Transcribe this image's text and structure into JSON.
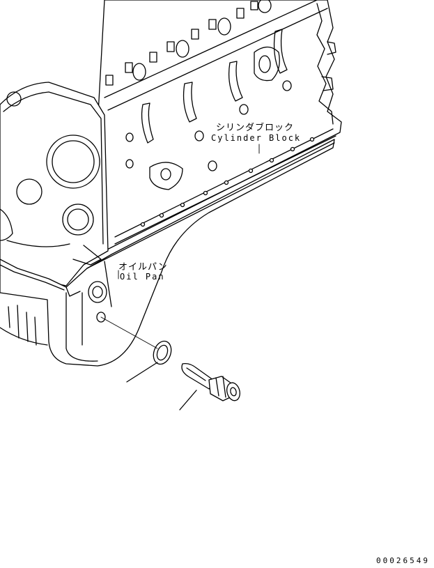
{
  "labels": {
    "cylinder_block_jp": "シリンダブロック",
    "cylinder_block_en": "Cylinder Block",
    "oil_pan_jp": "オイルパン",
    "oil_pan_en": "Oil Pan"
  },
  "document_number": "00026549",
  "colors": {
    "line": "#000000",
    "background": "#ffffff"
  }
}
